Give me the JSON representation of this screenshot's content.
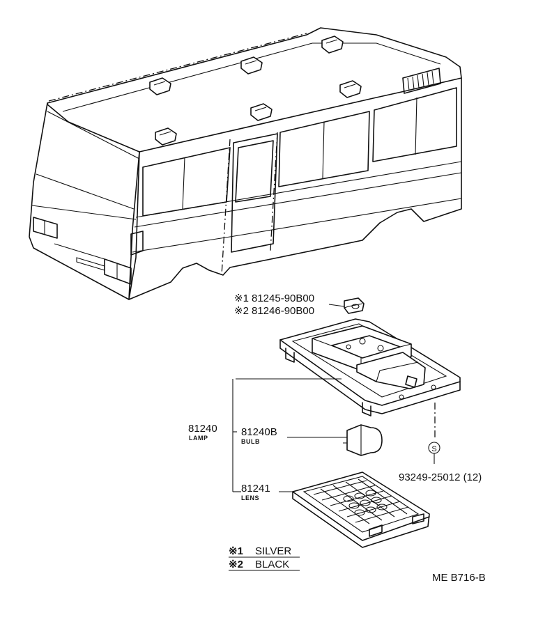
{
  "parts": {
    "clip_silver": {
      "mark": "※1",
      "number": "81245-90B00"
    },
    "clip_black": {
      "mark": "※2",
      "number": "81246-90B00"
    },
    "lamp": {
      "number": "81240",
      "name": "LAMP"
    },
    "bulb": {
      "number": "81240B",
      "name": "BULB"
    },
    "lens": {
      "number": "81241",
      "name": "LENS"
    },
    "screw": {
      "symbol": "S",
      "number": "93249-25012 (12)"
    }
  },
  "legend": [
    {
      "mark": "※1",
      "text": "SILVER"
    },
    {
      "mark": "※2",
      "text": "BLACK"
    }
  ],
  "reference": "ME B716-B"
}
